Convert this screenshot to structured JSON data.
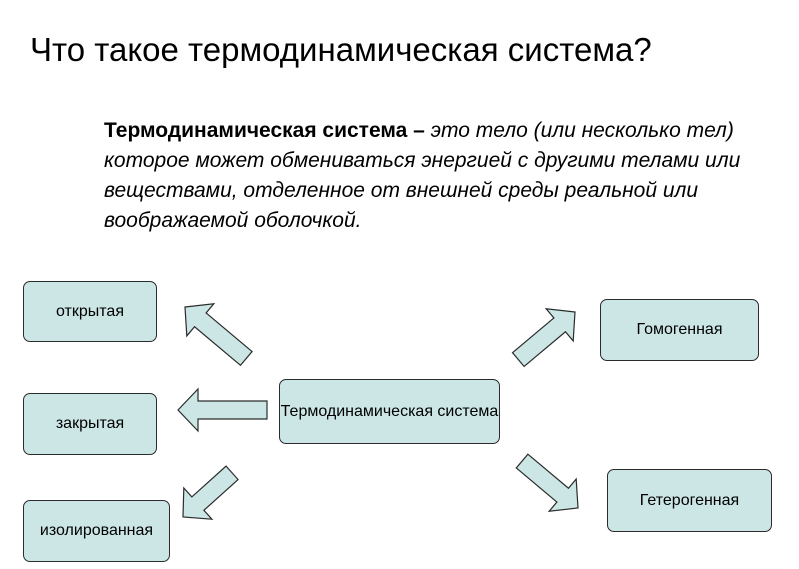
{
  "slide": {
    "title": "Что такое термодинамическая система?",
    "definition": {
      "term": "Термодинамическая система – ",
      "description": "это тело (или несколько тел) которое может обмениваться энергией с другими телами или веществами, отделенное от внешней среды реальной или воображаемой оболочкой."
    }
  },
  "diagram": {
    "center": "Термодинамическая система",
    "left": [
      "открытая",
      "закрытая",
      "изолированная"
    ],
    "right": [
      "Гомогенная",
      "Гетерогенная"
    ],
    "colors": {
      "box_fill": "#cce6e6",
      "arrow_fill": "#cce6e6",
      "border": "#2b2b2b"
    }
  }
}
